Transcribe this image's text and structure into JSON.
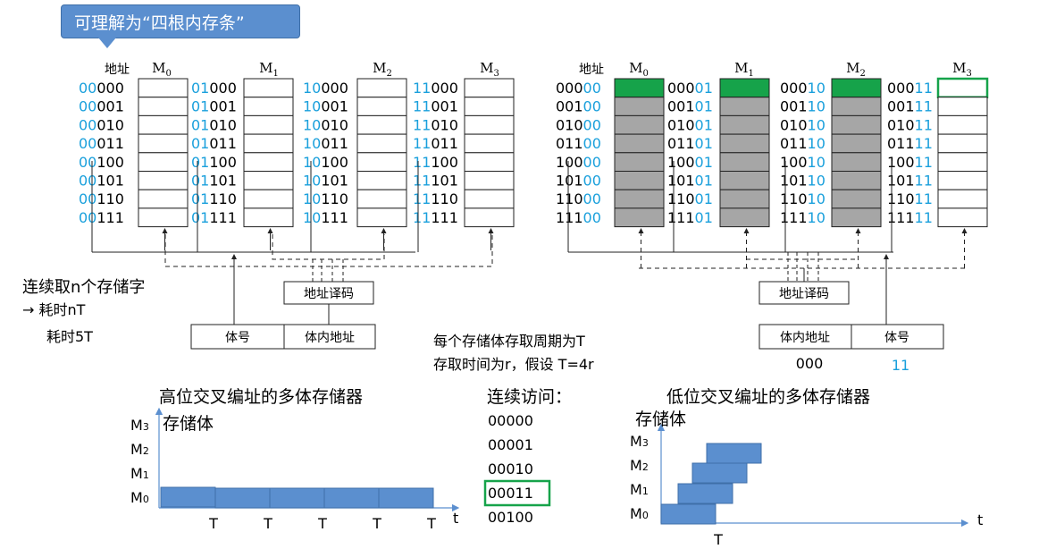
{
  "callout": "可理解为“四根内存条”",
  "left_diagram": {
    "addr_header": "地址",
    "modules": [
      "M0",
      "M1",
      "M2",
      "M3"
    ],
    "prefixes": [
      "00",
      "01",
      "10",
      "11"
    ],
    "suffixes": [
      "000",
      "001",
      "010",
      "011",
      "100",
      "101",
      "110",
      "111"
    ],
    "decoder_label": "地址译码",
    "field_1": "体号",
    "field_2": "体内地址"
  },
  "right_diagram": {
    "addr_header": "地址",
    "modules": [
      "M0",
      "M1",
      "M2",
      "M3"
    ],
    "high_bits": [
      "000",
      "001",
      "010",
      "011",
      "100",
      "101",
      "110",
      "111"
    ],
    "low_bits": [
      "00",
      "01",
      "10",
      "11"
    ],
    "decoder_label": "地址译码",
    "field_1": "体内地址",
    "field_2": "体号",
    "field_1_value": "000",
    "field_2_value": "11"
  },
  "notes": {
    "consecutive_n": "连续取n个存储字",
    "consume_nT": "→ 耗时nT",
    "consume_5T": "耗时5T",
    "cycle_line1": "每个存储体存取周期为T",
    "cycle_line2": "存取时间为r，假设 T=4r"
  },
  "high_order_chart": {
    "title": "高位交叉编址的多体存储器",
    "ylabel": "存储体",
    "categories": [
      "M3",
      "M2",
      "M1",
      "M0"
    ],
    "tick_label": "T",
    "tick_count": 5,
    "axis_label": "t"
  },
  "sequence": {
    "title": "连续访问：",
    "items": [
      "00000",
      "00001",
      "00010",
      "00011",
      "00100"
    ],
    "highlight_index": 3
  },
  "low_order_chart": {
    "title": "低位交叉编址的多体存储器",
    "ylabel": "存储体",
    "categories": [
      "M3",
      "M2",
      "M1",
      "M0"
    ],
    "tick_label": "T",
    "axis_label": "t"
  },
  "colors": {
    "accent_blue": "#1aa0dc",
    "green": "#16a34a",
    "gray": "#a6a6a6",
    "bar_blue": "#5b8fcf"
  }
}
